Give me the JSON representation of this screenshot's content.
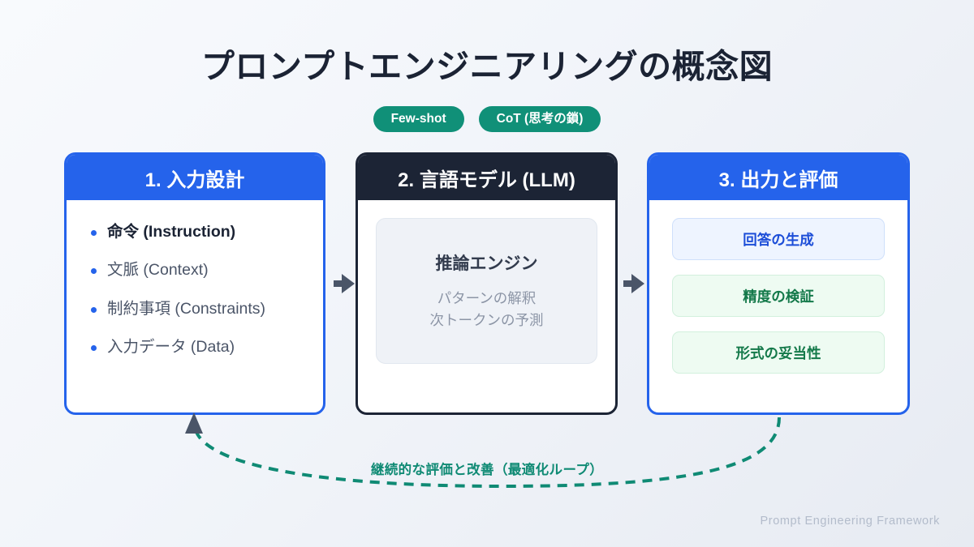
{
  "page": {
    "title": "プロンプトエンジニアリングの概念図",
    "footer": "Prompt Engineering Framework",
    "background_start": "#f8fafd",
    "background_end": "#e7ebf2"
  },
  "badges": [
    {
      "label": "Few-shot",
      "color": "#109078"
    },
    {
      "label": "CoT (思考の鎖)",
      "color": "#109078"
    }
  ],
  "cards": {
    "input": {
      "heading": "1. 入力設計",
      "accent": "#2563eb",
      "items": [
        {
          "label": "命令 (Instruction)",
          "emphasis": true
        },
        {
          "label": "文脈 (Context)",
          "emphasis": false
        },
        {
          "label": "制約事項 (Constraints)",
          "emphasis": false
        },
        {
          "label": "入力データ (Data)",
          "emphasis": false
        }
      ]
    },
    "model": {
      "heading": "2. 言語モデル (LLM)",
      "accent": "#1c2435",
      "engine": {
        "title": "推論エンジン",
        "line1": "パターンの解釈",
        "line2": "次トークンの予測"
      }
    },
    "output": {
      "heading": "3. 出力と評価",
      "accent": "#2563eb",
      "boxes": [
        {
          "label": "回答の生成",
          "tone": "blue",
          "color": "#1d4ed8"
        },
        {
          "label": "精度の検証",
          "tone": "green",
          "color": "#14794a"
        },
        {
          "label": "形式の妥当性",
          "tone": "green",
          "color": "#14794a"
        }
      ]
    }
  },
  "loop": {
    "label": "継続的な評価と改善（最適化ループ）",
    "color": "#0f8a74",
    "arrow_color": "#4a5568"
  },
  "flow_arrows": {
    "color": "#4a5568",
    "count": 2
  }
}
